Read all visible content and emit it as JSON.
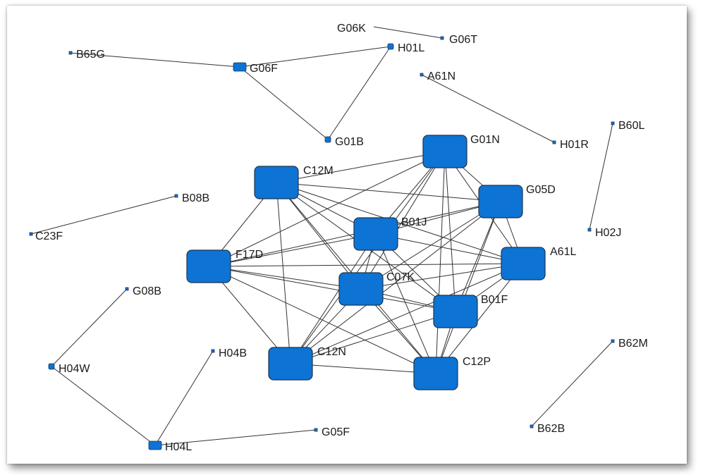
{
  "diagram": {
    "node_color": "#0d73d4",
    "nodes": [
      {
        "id": "G06K",
        "label": "G06K"
      },
      {
        "id": "G06T",
        "label": "G06T"
      },
      {
        "id": "B65G",
        "label": "B65G"
      },
      {
        "id": "G06F",
        "label": "G06F"
      },
      {
        "id": "H01L",
        "label": "H01L"
      },
      {
        "id": "A61N",
        "label": "A61N"
      },
      {
        "id": "G01B",
        "label": "G01B"
      },
      {
        "id": "H01R",
        "label": "H01R"
      },
      {
        "id": "B60L",
        "label": "B60L"
      },
      {
        "id": "G01N",
        "label": "G01N"
      },
      {
        "id": "C12M",
        "label": "C12M"
      },
      {
        "id": "G05D",
        "label": "G05D"
      },
      {
        "id": "B08B",
        "label": "B08B"
      },
      {
        "id": "B01J",
        "label": "B01J"
      },
      {
        "id": "H02J",
        "label": "H02J"
      },
      {
        "id": "C23F",
        "label": "C23F"
      },
      {
        "id": "F17D",
        "label": "F17D"
      },
      {
        "id": "A61L",
        "label": "A61L"
      },
      {
        "id": "C07K",
        "label": "C07K"
      },
      {
        "id": "G08B",
        "label": "G08B"
      },
      {
        "id": "B01F",
        "label": "B01F"
      },
      {
        "id": "B62M",
        "label": "B62M"
      },
      {
        "id": "H04B",
        "label": "H04B"
      },
      {
        "id": "C12N",
        "label": "C12N"
      },
      {
        "id": "C12P",
        "label": "C12P"
      },
      {
        "id": "H04W",
        "label": "H04W"
      },
      {
        "id": "B62B",
        "label": "B62B"
      },
      {
        "id": "G05F",
        "label": "G05F"
      },
      {
        "id": "H04L",
        "label": "H04L"
      }
    ],
    "edges": [
      [
        "G06K",
        "G06T"
      ],
      [
        "B65G",
        "G06F"
      ],
      [
        "G06F",
        "H01L"
      ],
      [
        "G06F",
        "G01B"
      ],
      [
        "H01L",
        "G01B"
      ],
      [
        "A61N",
        "H01R"
      ],
      [
        "B60L",
        "H02J"
      ],
      [
        "C23F",
        "B08B"
      ],
      [
        "G08B",
        "H04W"
      ],
      [
        "H04W",
        "H04L"
      ],
      [
        "H04B",
        "H04L"
      ],
      [
        "H04L",
        "G05F"
      ],
      [
        "B62M",
        "B62B"
      ],
      [
        "C12M",
        "G01N"
      ],
      [
        "C12M",
        "G05D"
      ],
      [
        "C12M",
        "B01J"
      ],
      [
        "C12M",
        "A61L"
      ],
      [
        "C12M",
        "C07K"
      ],
      [
        "C12M",
        "B01F"
      ],
      [
        "C12M",
        "C12N"
      ],
      [
        "C12M",
        "C12P"
      ],
      [
        "C12M",
        "F17D"
      ],
      [
        "G01N",
        "G05D"
      ],
      [
        "G01N",
        "B01J"
      ],
      [
        "G01N",
        "A61L"
      ],
      [
        "G01N",
        "C07K"
      ],
      [
        "G01N",
        "B01F"
      ],
      [
        "G01N",
        "C12N"
      ],
      [
        "G01N",
        "C12P"
      ],
      [
        "G01N",
        "F17D"
      ],
      [
        "G05D",
        "B01J"
      ],
      [
        "G05D",
        "A61L"
      ],
      [
        "G05D",
        "C07K"
      ],
      [
        "G05D",
        "B01F"
      ],
      [
        "G05D",
        "C12N"
      ],
      [
        "G05D",
        "C12P"
      ],
      [
        "G05D",
        "F17D"
      ],
      [
        "B01J",
        "A61L"
      ],
      [
        "B01J",
        "C07K"
      ],
      [
        "B01J",
        "B01F"
      ],
      [
        "B01J",
        "C12N"
      ],
      [
        "B01J",
        "C12P"
      ],
      [
        "B01J",
        "F17D"
      ],
      [
        "A61L",
        "C07K"
      ],
      [
        "A61L",
        "B01F"
      ],
      [
        "A61L",
        "C12N"
      ],
      [
        "A61L",
        "C12P"
      ],
      [
        "A61L",
        "F17D"
      ],
      [
        "C07K",
        "B01F"
      ],
      [
        "C07K",
        "C12N"
      ],
      [
        "C07K",
        "C12P"
      ],
      [
        "C07K",
        "F17D"
      ],
      [
        "B01F",
        "C12N"
      ],
      [
        "B01F",
        "C12P"
      ],
      [
        "B01F",
        "F17D"
      ],
      [
        "C12N",
        "C12P"
      ],
      [
        "C12N",
        "F17D"
      ],
      [
        "C12P",
        "F17D"
      ]
    ]
  }
}
